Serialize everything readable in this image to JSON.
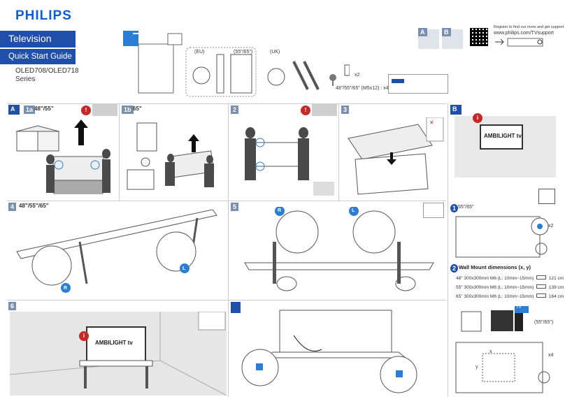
{
  "brand": "PHILIPS",
  "product": "Television",
  "guide": "Quick Start Guide",
  "model_line1": "OLED708/OLED718",
  "model_line2": "Series",
  "register": {
    "line1": "Register to find our more and get support",
    "url": "www.philips.com/TVsupport"
  },
  "accessories": {
    "eu": "(EU)",
    "uk": "(UK)",
    "size_range": "(55\"/65\")",
    "screws_qty": "x2",
    "screw_spec": "48\"/55\"/65\" (M5x12) : x4"
  },
  "sections": {
    "A": "A",
    "B": "B",
    "s1a": "1a",
    "s1a_size": "48\"/55\"",
    "s1b": "1b",
    "s1b_size": "65\"",
    "s2": "2",
    "s3": "3",
    "s4": "4",
    "s4_size": "48\"/55\"/65\"",
    "s5": "5",
    "s6": "6"
  },
  "labels": {
    "ambilight": "AMBILIGHT tv",
    "R": "R",
    "L": "L",
    "warn": "!",
    "info": "i"
  },
  "wall": {
    "b1": "1",
    "b1_size": "55\"/65\"",
    "b1_qty": "x2",
    "b2": "2",
    "b2_title": "Wall Mount dimensions (x, y)",
    "rows": [
      {
        "size": "48\"",
        "spec": "300x300mm M6 (L: 10mm~15mm)",
        "depth": "121 cm"
      },
      {
        "size": "55\"",
        "spec": "300x300mm M6 (L: 10mm~15mm)",
        "depth": "139 cm"
      },
      {
        "size": "65\"",
        "spec": "300x300mm M6 (L: 10mm~15mm)",
        "depth": "164 cm"
      }
    ],
    "bottom_size": "(55\"/65\")",
    "bottom_qty": "x4",
    "x": "x",
    "y": "y",
    "tv": "TV"
  }
}
